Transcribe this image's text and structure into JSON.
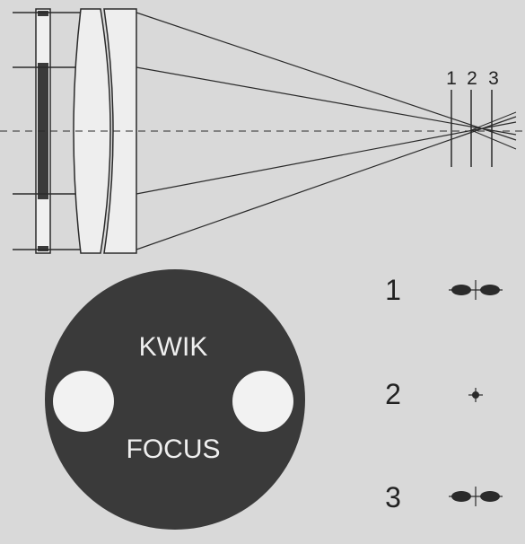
{
  "optics": {
    "focus_positions": [
      {
        "label": "1"
      },
      {
        "label": "2"
      },
      {
        "label": "3"
      }
    ]
  },
  "mask": {
    "line1": "KWIK",
    "line2": "FOCUS"
  },
  "results": [
    {
      "label": "1",
      "pattern": "split"
    },
    {
      "label": "2",
      "pattern": "point"
    },
    {
      "label": "3",
      "pattern": "split"
    }
  ],
  "colors": {
    "background": "#d9d9d9",
    "ink": "#2b2b2b",
    "mask_fill": "#3a3a3a",
    "hole_fill": "#f2f2f2"
  }
}
